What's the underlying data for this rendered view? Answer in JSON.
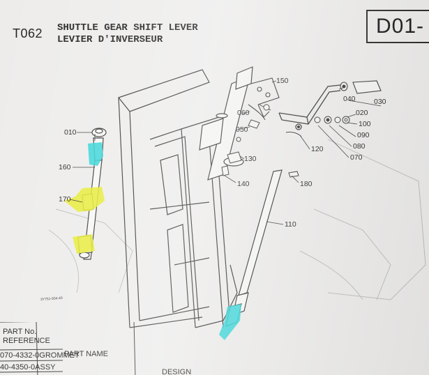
{
  "header": {
    "section_code": "T062",
    "title_en": "SHUTTLE GEAR SHIFT LEVER",
    "title_fr": "LEVIER D'INVERSEUR",
    "page_ref": "D01-"
  },
  "callouts": {
    "c010": "010",
    "c020": "020",
    "c030": "030",
    "c040": "040",
    "c050": "050",
    "c060": "060",
    "c070": "070",
    "c080": "080",
    "c090": "090",
    "c100": "100",
    "c110": "110",
    "c120": "120",
    "c130": "130",
    "c140": "140",
    "c150": "150",
    "c160": "160",
    "c170": "170",
    "c180": "180"
  },
  "drawing_number": "3Y751-934-40",
  "parts_table": {
    "header_part_no": [
      "PART No.",
      "REFERENCE"
    ],
    "header_part_name": "PART NAME",
    "header_designation": "DESIGN",
    "rows": [
      {
        "part_no": "070-4332-0",
        "name": "GROMMET"
      },
      {
        "part_no": "40-4350-0",
        "name": "ASSY"
      }
    ]
  },
  "highlight_colors": {
    "cyan": "#2ed3d6",
    "yellow": "#e6ea2a"
  }
}
